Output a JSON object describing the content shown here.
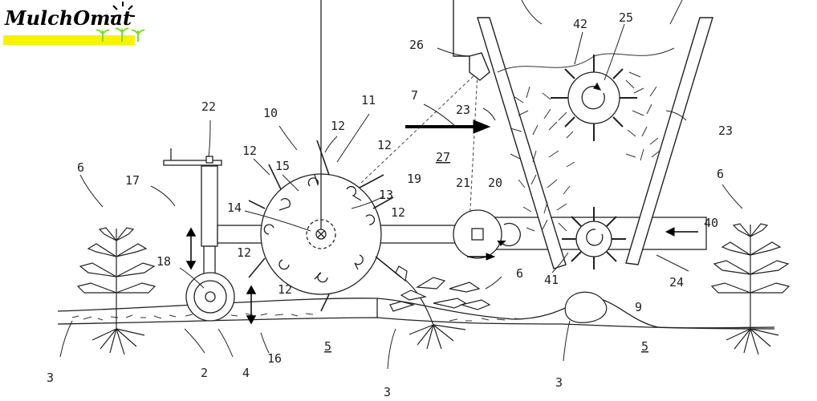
{
  "logo": {
    "text": "MulchOmat",
    "bar_color": "#f7f300",
    "sprout_color": "#7ddc2a"
  },
  "labels": {
    "l2": "2",
    "l3a": "3",
    "l3b": "3",
    "l3c": "3",
    "l4": "4",
    "l5a": "5",
    "l5b": "5",
    "l6a": "6",
    "l6b": "6",
    "l6c": "6",
    "l7": "7",
    "l9": "9",
    "l10": "10",
    "l11": "11",
    "l12a": "12",
    "l12b": "12",
    "l12c": "12",
    "l12d": "12",
    "l12e": "12",
    "l12f": "12",
    "l13": "13",
    "l14": "14",
    "l15": "15",
    "l16": "16",
    "l17": "17",
    "l18": "18",
    "l19": "19",
    "l20": "20",
    "l21": "21",
    "l22": "22",
    "l23a": "23",
    "l23b": "23",
    "l24": "24",
    "l25": "25",
    "l26": "26",
    "l27": "27",
    "l40": "40",
    "l41": "41",
    "l42": "42"
  }
}
